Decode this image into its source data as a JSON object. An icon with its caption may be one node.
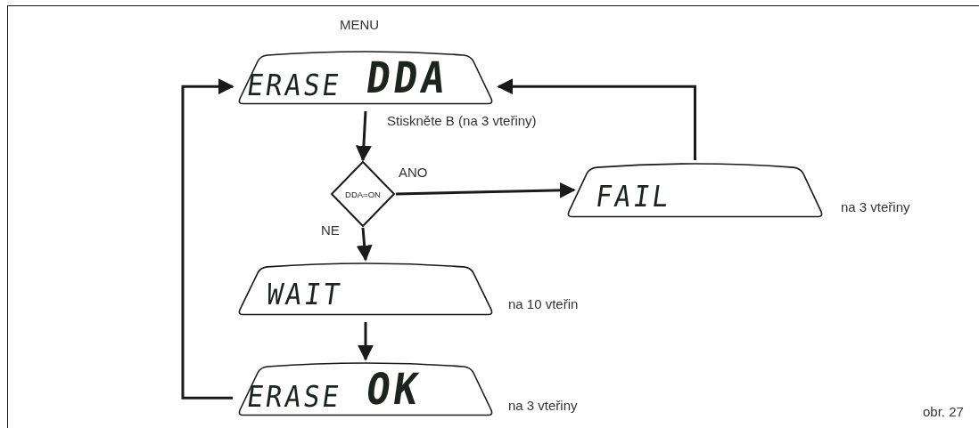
{
  "diagram": {
    "nodes": [
      {
        "text": [
          "ERASE",
          "DDA"
        ],
        "beside": [
          "MENU"
        ]
      },
      {
        "text": [
          "DDA=ON"
        ]
      },
      {
        "text": [
          "FAIL"
        ],
        "beside": [
          "na 3 vteřiny"
        ]
      },
      {
        "text": [
          "WAIT"
        ],
        "beside": [
          "na 10 vteřin"
        ]
      },
      {
        "text": [
          "ERASE",
          "OK"
        ],
        "beside": [
          "na 3 vteřiny"
        ]
      }
    ],
    "edges": [
      {
        "from": 0,
        "to": 1,
        "arrow": "to",
        "label": "Stiskněte B (na 3 vteřiny)"
      },
      {
        "from": 1,
        "to": 2,
        "arrow": "to",
        "label": "ANO"
      },
      {
        "from": 1,
        "to": 3,
        "arrow": "to",
        "label": "NE"
      },
      {
        "from": 3,
        "to": 4,
        "arrow": "to"
      },
      {
        "from": 4,
        "to": 0,
        "arrow": "to"
      },
      {
        "from": 2,
        "to": 0,
        "arrow": "to"
      }
    ],
    "labels": [
      "obr. 27"
    ]
  }
}
